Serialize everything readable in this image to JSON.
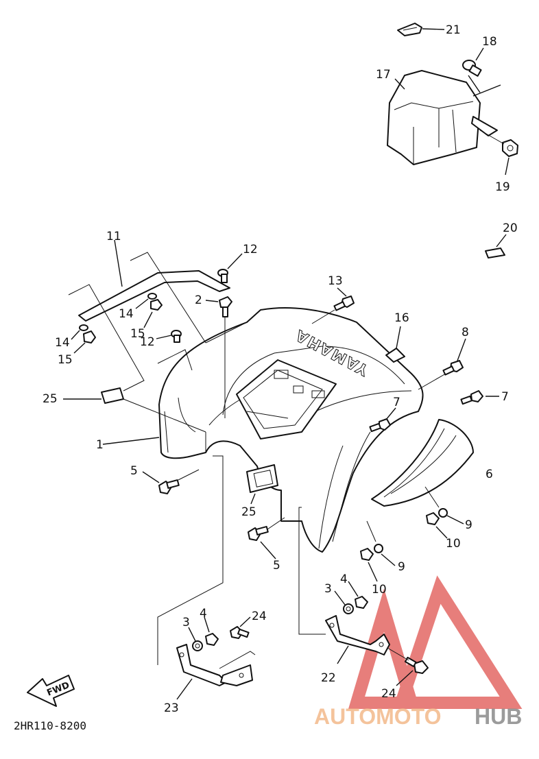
{
  "callouts": {
    "c1": "1",
    "c2": "2",
    "c3a": "3",
    "c3b": "3",
    "c4a": "4",
    "c4b": "4",
    "c5a": "5",
    "c5b": "5",
    "c6": "6",
    "c7a": "7",
    "c7b": "7",
    "c8": "8",
    "c9a": "9",
    "c9b": "9",
    "c10a": "10",
    "c10b": "10",
    "c11": "11",
    "c12a": "12",
    "c12b": "12",
    "c13": "13",
    "c14a": "14",
    "c14b": "14",
    "c15a": "15",
    "c15b": "15",
    "c16": "16",
    "c17": "17",
    "c18": "18",
    "c19": "19",
    "c20": "20",
    "c21": "21",
    "c22": "22",
    "c23": "23",
    "c24a": "24",
    "c24b": "24",
    "c25a": "25",
    "c25b": "25"
  },
  "fender_logo": "YAMAHA",
  "fwd_tag": "FWD",
  "figure_code": "2HR110-8200",
  "watermark": {
    "part1": "AUTOMOTO",
    "part2": "HUB"
  },
  "colors": {
    "line": "#111111",
    "watermark_red": "#e0544f",
    "watermark_orange": "#f3b98a",
    "watermark_gray": "#8a8a8a"
  }
}
